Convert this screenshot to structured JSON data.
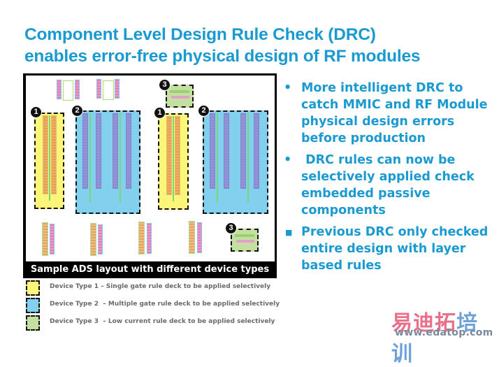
{
  "title": {
    "line1": "Component Level Design Rule Check (DRC)",
    "line2": "enables error-free physical design of RF modules"
  },
  "layout_figure": {
    "caption": "Sample ADS layout with different device types",
    "badges": [
      "1",
      "2",
      "3",
      "1",
      "2",
      "3"
    ],
    "colors": {
      "type1": "#fbf57a",
      "type2": "#82cfee",
      "type3": "#c4e0a0"
    }
  },
  "bullets": [
    {
      "marker": "•",
      "text": "More intelligent DRC to catch MMIC and RF Module physical design errors before production"
    },
    {
      "marker": "•",
      "text": " DRC rules can now be selectively applied check embedded passive components"
    },
    {
      "marker": "■",
      "text": "Previous DRC only checked entire design with layer based rules"
    }
  ],
  "legend": [
    {
      "label": "Device Type 1 – Single gate rule deck to be applied selectively",
      "color": "#fbf57a"
    },
    {
      "label": "Device Type 2  – Multiple gate rule deck to be applied selectively",
      "color": "#82cfee"
    },
    {
      "label": "Device Type 3  – Low current rule deck to be applied selectively",
      "color": "#c4e0a0"
    }
  ],
  "watermark": {
    "cn_red": "易迪拓",
    "cn_blue": "培训",
    "url": "www.edatop.com"
  },
  "colors": {
    "accent": "#1a9ad0",
    "caption_bg": "#000000",
    "legend_text": "#6a6a6a"
  }
}
